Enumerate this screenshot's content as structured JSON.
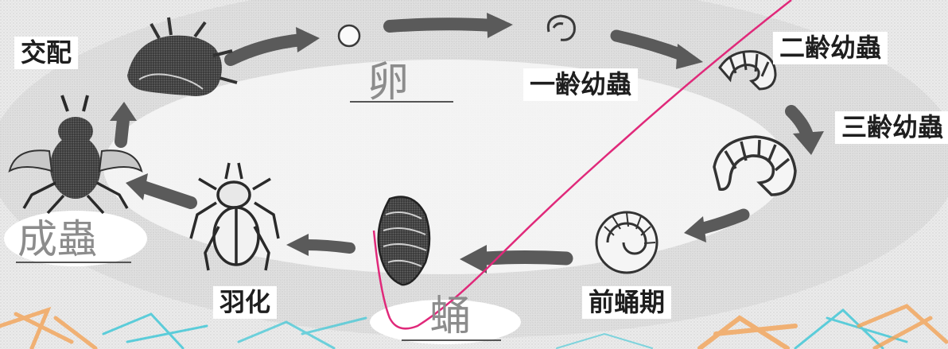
{
  "stages": {
    "mating": "交配",
    "egg": "卵",
    "larva_1": "一齢幼蟲",
    "larva_2": "二齢幼蟲",
    "larva_3": "三齢幼蟲",
    "prepupa": "前蛹期",
    "pupa": "蛹",
    "eclosion": "羽化",
    "adult": "成蟲"
  },
  "colors": {
    "ink": "#1e1e1e",
    "handwriting": "#8c8c8c",
    "pen_line": "#e0297a",
    "crayon_blue": "#38c6d6",
    "crayon_orange": "#f2a256",
    "arrow": "#5a5a5a"
  }
}
